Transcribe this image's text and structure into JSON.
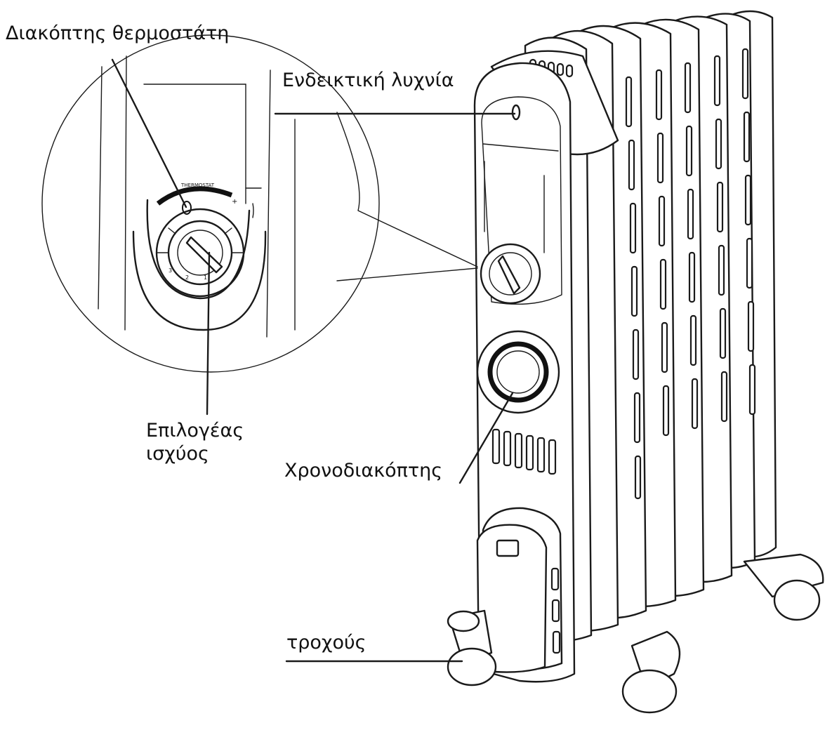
{
  "labels": {
    "thermostat_switch": "Διακόπτης θερμοστάτη",
    "indicator_lamp": "Ενδεικτική λυχνία",
    "power_selector_line1": "Επιλογέας",
    "power_selector_line2": "ισχύος",
    "timer": "Χρονοδιακόπτης",
    "wheels": "τροχούς"
  },
  "dial": {
    "brand_text": "THERMOSTAT",
    "scale_min": "–",
    "scale_max": "+",
    "power_marks": [
      "3",
      "2",
      "1"
    ]
  }
}
